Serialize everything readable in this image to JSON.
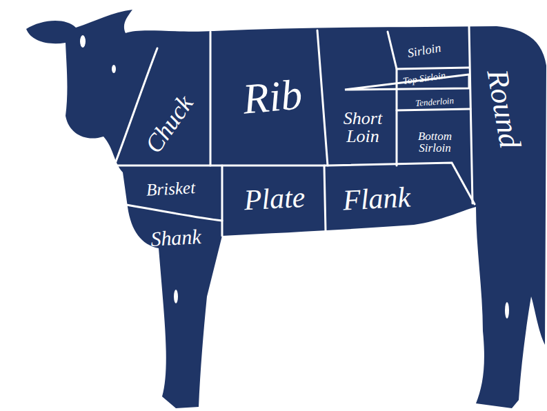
{
  "diagram": {
    "nodes": [
      {
        "text": [
          "Chuck"
        ]
      },
      {
        "text": [
          "Rib"
        ]
      },
      {
        "text": [
          "Sirloin"
        ]
      },
      {
        "text": [
          "Top Sirloin"
        ]
      },
      {
        "text": [
          "Tenderloin"
        ]
      },
      {
        "text": [
          "Short Loin"
        ]
      },
      {
        "text": [
          "Bottom Sirloin"
        ]
      },
      {
        "text": [
          "Round"
        ]
      },
      {
        "text": [
          "Brisket"
        ]
      },
      {
        "text": [
          "Plate"
        ]
      },
      {
        "text": [
          "Flank"
        ]
      },
      {
        "text": [
          "Shank"
        ]
      }
    ]
  }
}
